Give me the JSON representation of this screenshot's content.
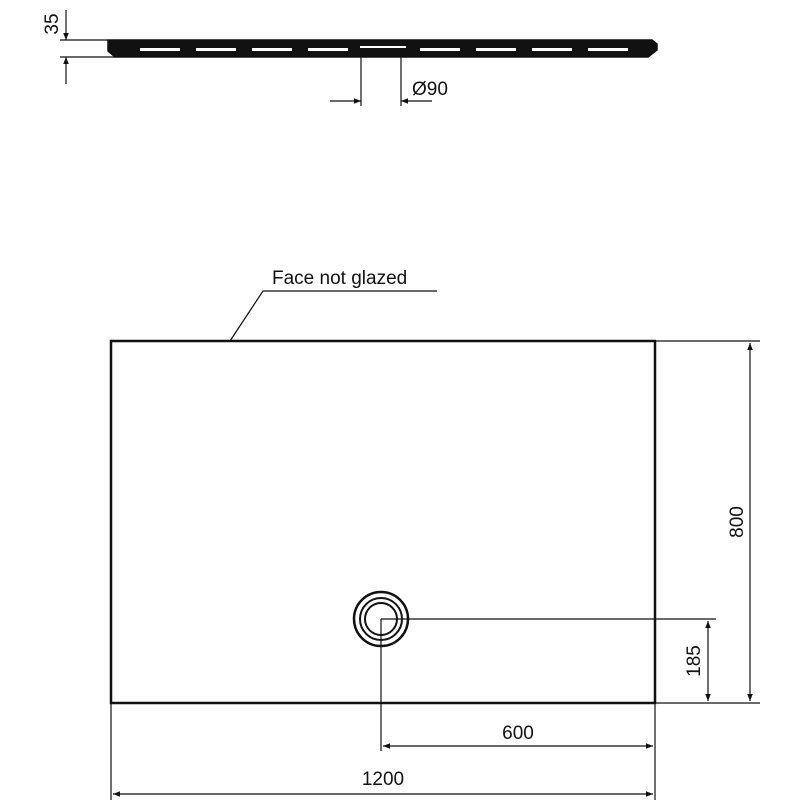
{
  "colors": {
    "line": "#111111",
    "background": "#ffffff"
  },
  "side_view": {
    "thickness_label": "35",
    "drain_diameter_label": "Ø90"
  },
  "plan_view": {
    "note_label": "Face not glazed",
    "width_label": "1200",
    "depth_label": "800",
    "drain_offset_x_label": "600",
    "drain_offset_y_label": "185"
  }
}
